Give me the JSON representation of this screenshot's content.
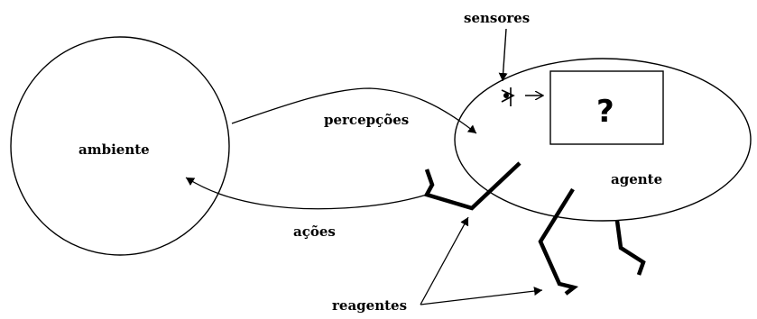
{
  "labels": {
    "sensors": "sensores",
    "environment": "ambiente",
    "perceptions": "percepções",
    "agent": "agente",
    "actions": "ações",
    "effectors": "reagentes",
    "unknown": "?"
  },
  "colors": {
    "ink": "#000000",
    "background": "#ffffff"
  }
}
